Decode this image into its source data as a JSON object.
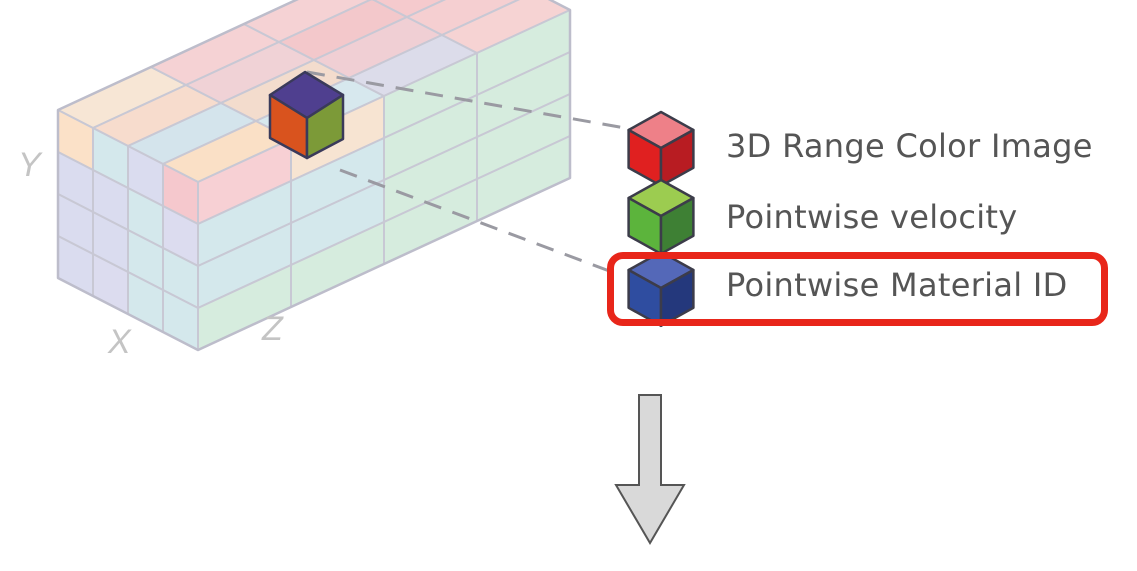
{
  "axes": {
    "y": "Y",
    "x": "X",
    "z": "Z"
  },
  "legend": {
    "items": [
      {
        "id": "rgb",
        "label": "3D Range Color Image",
        "icon": "red-cube-icon",
        "top": "#ee8088",
        "left": "#e02020",
        "right": "#b81c22"
      },
      {
        "id": "vel",
        "label": "Pointwise velocity",
        "icon": "green-cube-icon",
        "top": "#9ccc50",
        "left": "#5cb43c",
        "right": "#3e8034"
      },
      {
        "id": "mat",
        "label": "Pointwise Material ID",
        "icon": "blue-cube-icon",
        "top": "#5468b8",
        "left": "#2f4da0",
        "right": "#24387c"
      }
    ],
    "highlighted": "mat",
    "highlight_color": "#e8261a"
  },
  "highlight_cube": {
    "top": "#4f3f8f",
    "left": "#d9531e",
    "right": "#7c9a38"
  },
  "arrow": {
    "fill": "#d9d9d9",
    "stroke": "#555555"
  }
}
